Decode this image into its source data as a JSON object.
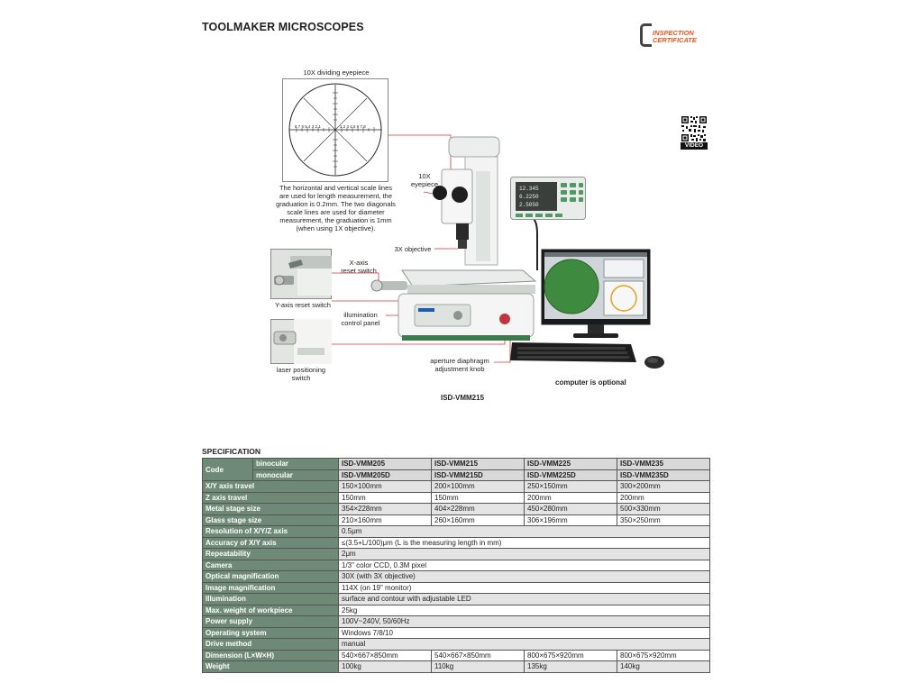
{
  "header": {
    "title": "TOOLMAKER MICROSCOPES"
  },
  "badge": {
    "line1": "INSPECTION",
    "line2": "CERTIFICATE",
    "accent": "#e8541b"
  },
  "video_label": "VIDEO",
  "figure": {
    "eyepiece_title": "10X dividing eyepiece",
    "eyepiece_desc": [
      "The horizontal and vertical scale lines",
      "are used for length measurement, the",
      "graduation is 0.2mm. The two diagonals",
      "scale lines are used for diameter",
      "measurement, the graduation is 1mm",
      "(when using 1X objective)."
    ],
    "scale_left": "8 7 6 5 4 3 2 1",
    "scale_right": "1 2 3 4 5 6 7 8",
    "callouts": {
      "eyepiece_10x": [
        "10X",
        "eyepiece"
      ],
      "objective_3x": "3X objective",
      "x_axis_reset": [
        "X-axis",
        "reset switch"
      ],
      "y_axis_reset": "Y-axis reset switch",
      "illumination": [
        "illumination",
        "control panel"
      ],
      "laser": [
        "laser positioning",
        "switch"
      ],
      "aperture": [
        "aperture diaphragm",
        "adjustment knob"
      ]
    },
    "computer_optional": "computer is optional",
    "model": "ISD-VMM215",
    "readout": {
      "x": "12.345",
      "y": "6.2250",
      "z": "2.5050"
    }
  },
  "spec": {
    "title": "SPECIFICATION",
    "code_label": "Code",
    "binocular_label": "binocular",
    "monocular_label": "monocular",
    "binocular_models": [
      "ISD-VMM205",
      "ISD-VMM215",
      "ISD-VMM225",
      "ISD-VMM235"
    ],
    "monocular_models": [
      "ISD-VMM205D",
      "ISD-VMM215D",
      "ISD-VMM225D",
      "ISD-VMM235D"
    ],
    "rows": [
      {
        "label": "X/Y axis travel",
        "values": [
          "150×100mm",
          "200×100mm",
          "250×150mm",
          "300×200mm"
        ]
      },
      {
        "label": "Z axis travel",
        "values": [
          "150mm",
          "150mm",
          "200mm",
          "200mm"
        ]
      },
      {
        "label": "Metal stage size",
        "values": [
          "354×228mm",
          "404×228mm",
          "450×280mm",
          "500×330mm"
        ]
      },
      {
        "label": "Glass stage size",
        "values": [
          "210×160mm",
          "260×160mm",
          "306×196mm",
          "350×250mm"
        ]
      },
      {
        "label": "Resolution of X/Y/Z axis",
        "values": [
          "0.5μm"
        ]
      },
      {
        "label": "Accuracy of X/Y axis",
        "values": [
          "≤(3.5+L/100)μm (L is the measuring length in mm)"
        ]
      },
      {
        "label": "Repeatability",
        "values": [
          "2μm"
        ]
      },
      {
        "label": "Camera",
        "values": [
          "1/3\" color CCD, 0.3M pixel"
        ]
      },
      {
        "label": "Optical magnification",
        "values": [
          "30X (with 3X objective)"
        ]
      },
      {
        "label": "Image magnification",
        "values": [
          "114X (on 19\" monitor)"
        ]
      },
      {
        "label": "Illumination",
        "values": [
          "surface and contour with adjustable LED"
        ]
      },
      {
        "label": "Max. weight of workpiece",
        "values": [
          "25kg"
        ]
      },
      {
        "label": "Power supply",
        "values": [
          "100V~240V, 50/60Hz"
        ]
      },
      {
        "label": "Operating system",
        "values": [
          "Windows 7/8/10"
        ]
      },
      {
        "label": "Drive method",
        "values": [
          "manual"
        ]
      },
      {
        "label": "Dimension (L×W×H)",
        "values": [
          "540×667×850mm",
          "540×667×850mm",
          "800×675×920mm",
          "800×675×920mm"
        ]
      },
      {
        "label": "Weight",
        "values": [
          "100kg",
          "110kg",
          "135kg",
          "140kg"
        ]
      }
    ]
  }
}
